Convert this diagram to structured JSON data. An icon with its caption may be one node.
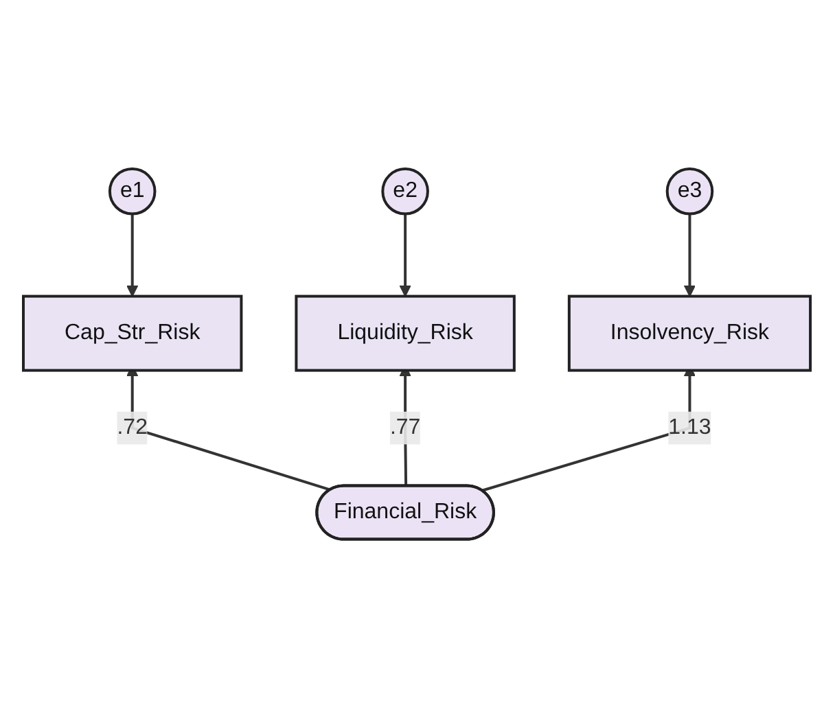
{
  "diagram": {
    "nodes": [
      {
        "text": [
          "e1"
        ]
      },
      {
        "text": [
          "e2"
        ]
      },
      {
        "text": [
          "e3"
        ]
      },
      {
        "text": [
          "Cap_Str_Risk"
        ]
      },
      {
        "text": [
          "Liquidity_Risk"
        ]
      },
      {
        "text": [
          "Insolvency_Risk"
        ]
      },
      {
        "text": [
          "Financial_Risk"
        ]
      }
    ],
    "edges": [
      {
        "from": 0,
        "to": 3,
        "arrow": "to"
      },
      {
        "from": 1,
        "to": 4,
        "arrow": "to"
      },
      {
        "from": 2,
        "to": 5,
        "arrow": "to"
      },
      {
        "from": 6,
        "to": 3,
        "label": ".72",
        "arrow": "to"
      },
      {
        "from": 6,
        "to": 4,
        "label": ".77",
        "arrow": "to"
      },
      {
        "from": 6,
        "to": 5,
        "label": "1.13",
        "arrow": "to"
      }
    ]
  }
}
